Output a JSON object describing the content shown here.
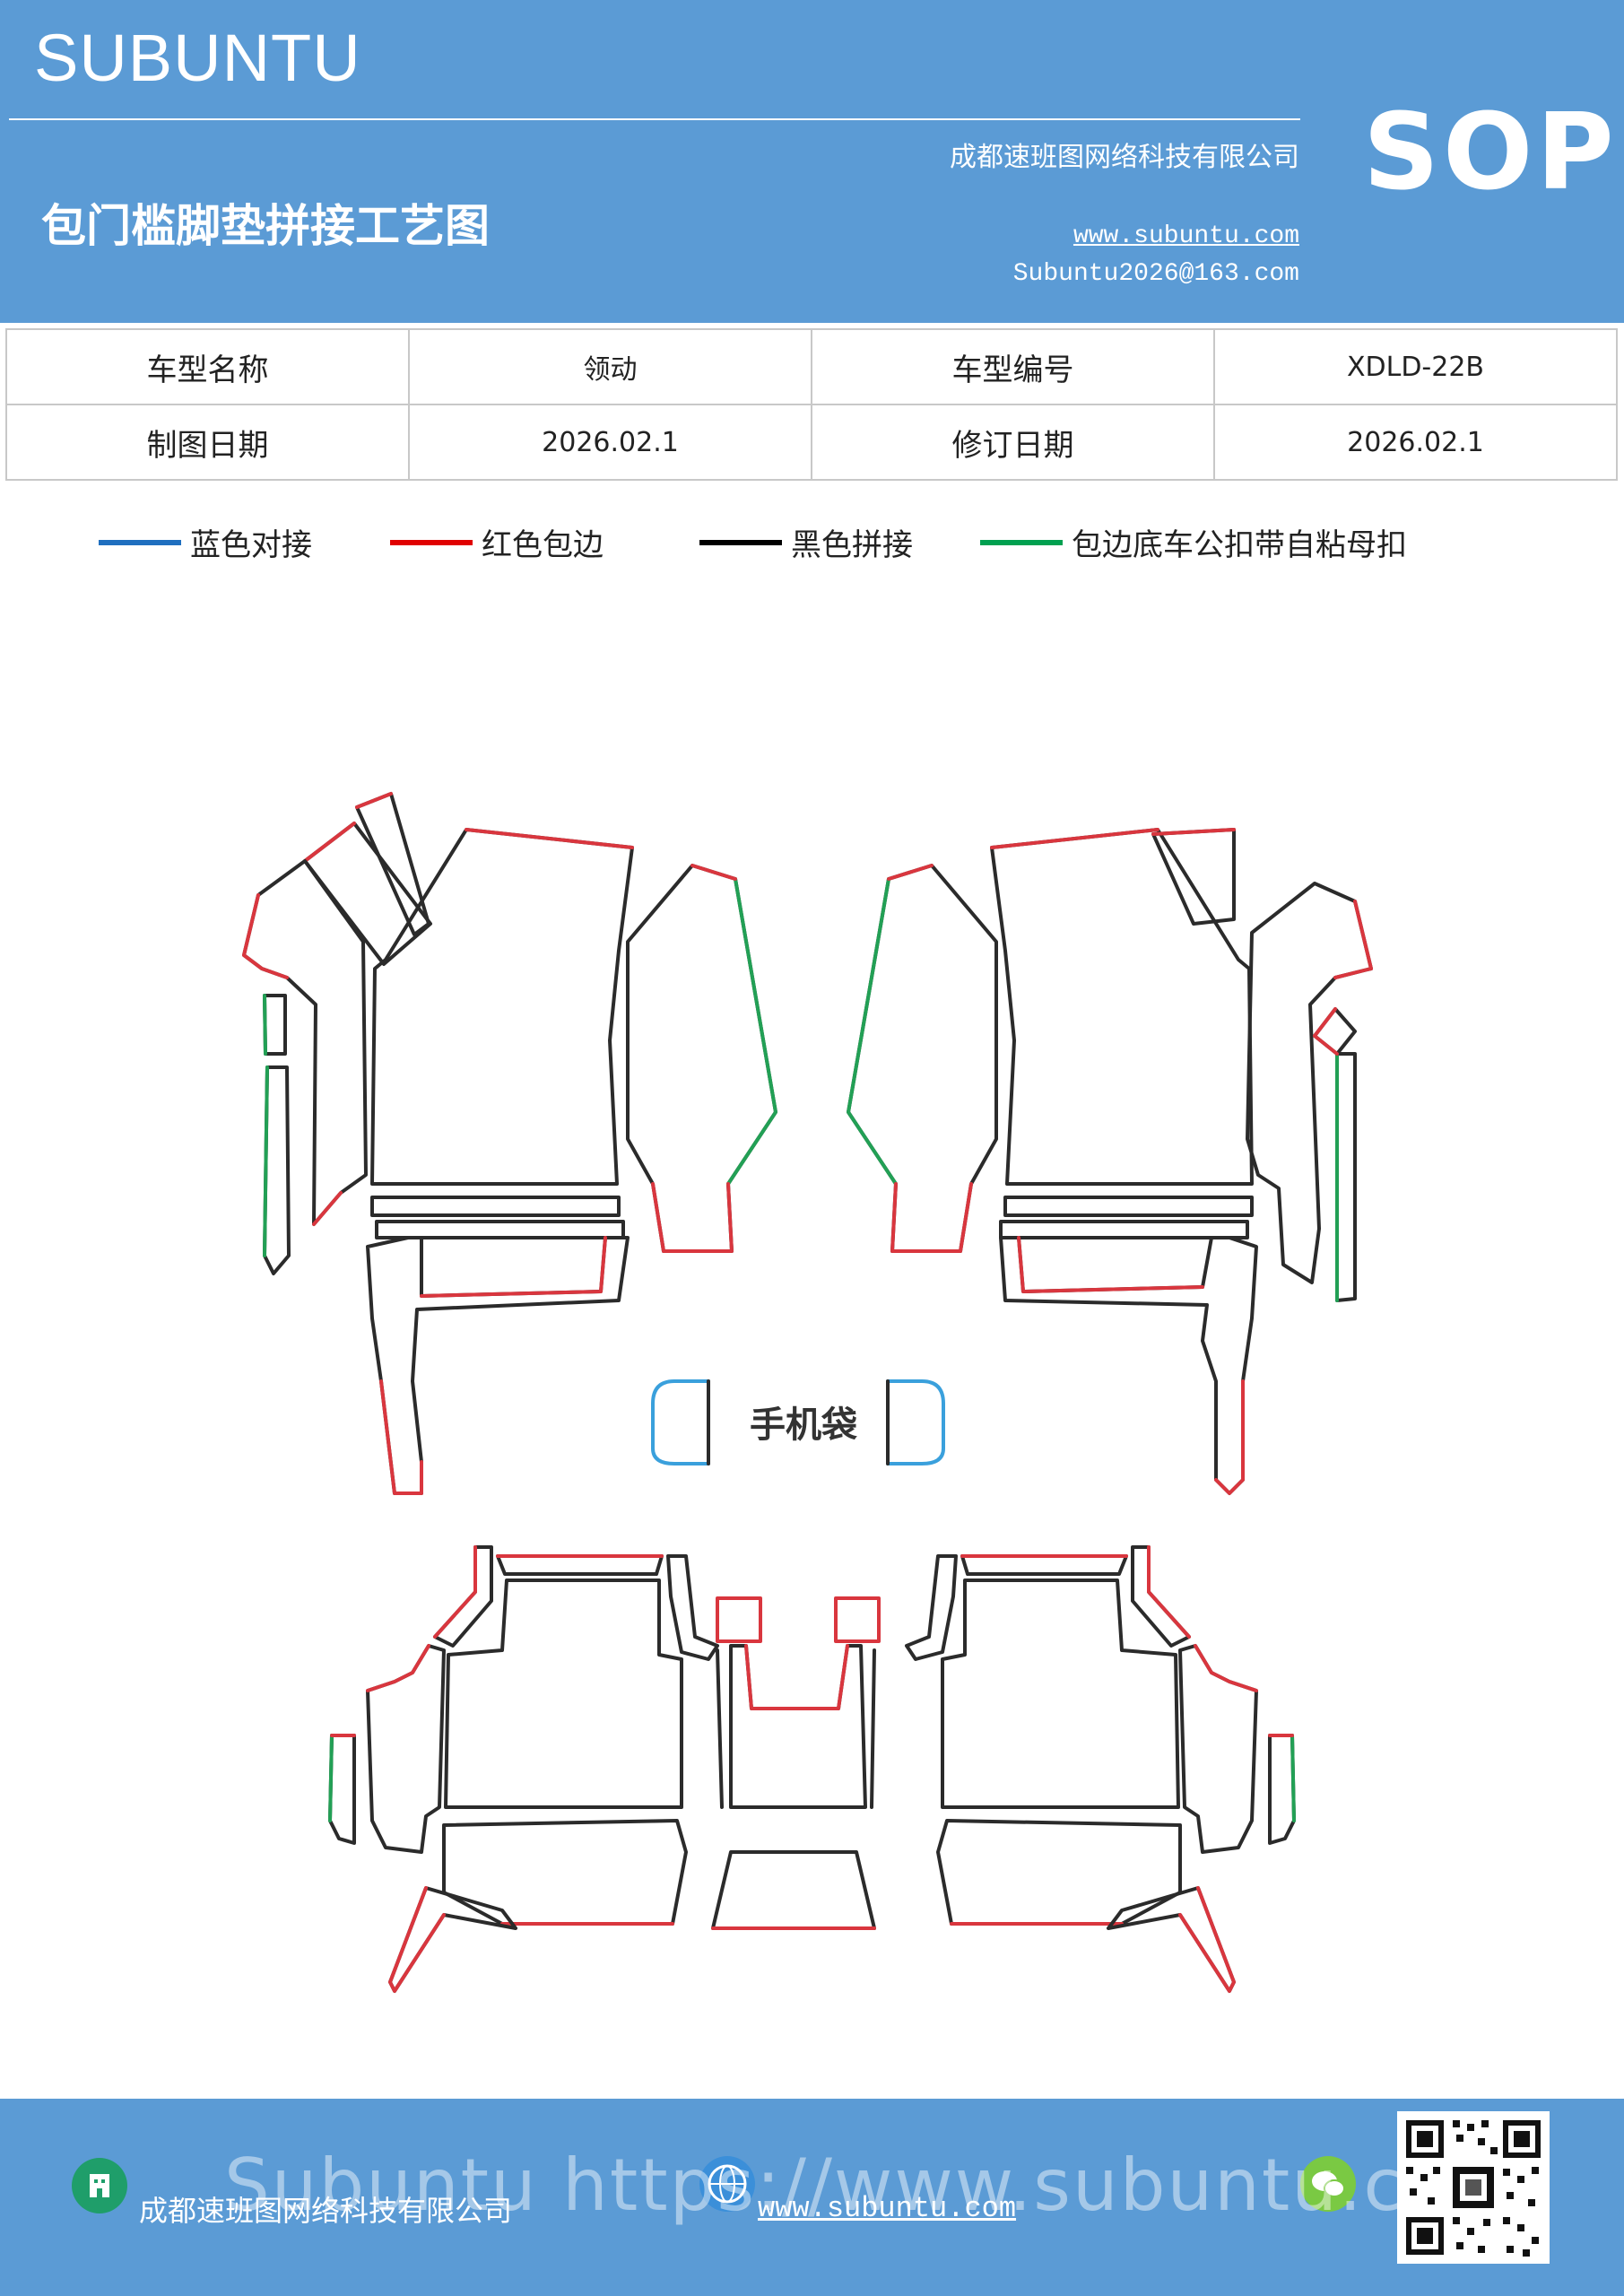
{
  "header": {
    "brand": "SUBUNTU",
    "title": "包门槛脚垫拼接工艺图",
    "company": "成都速班图网络科技有限公司",
    "website": "www.subuntu.com",
    "email": "Subuntu2026@163.com",
    "badge": "SOP"
  },
  "info_table": {
    "rows": [
      [
        "车型名称",
        "领动",
        "车型编号",
        "XDLD-22B"
      ],
      [
        "制图日期",
        "2026.02.1",
        "修订日期",
        "2026.02.1"
      ]
    ]
  },
  "legend": [
    {
      "label": "蓝色对接",
      "color": "#1f6fbf"
    },
    {
      "label": "红色包边",
      "color": "#e00000"
    },
    {
      "label": "黑色拼接",
      "color": "#000000"
    },
    {
      "label": "包边底车公扣带自粘母扣",
      "color": "#00a050"
    }
  ],
  "diagram": {
    "center_label": "手机袋"
  },
  "footer": {
    "company": "成都速班图网络科技有限公司",
    "website": "www.subuntu.com",
    "watermark": "Subuntu https://www.subuntu.com"
  },
  "colors": {
    "header_bg": "#5b9bd5",
    "outline_black": "#2b2b2b",
    "edge_red": "#d9363e",
    "edge_green": "#22a055",
    "edge_blue": "#3aa0dc"
  }
}
